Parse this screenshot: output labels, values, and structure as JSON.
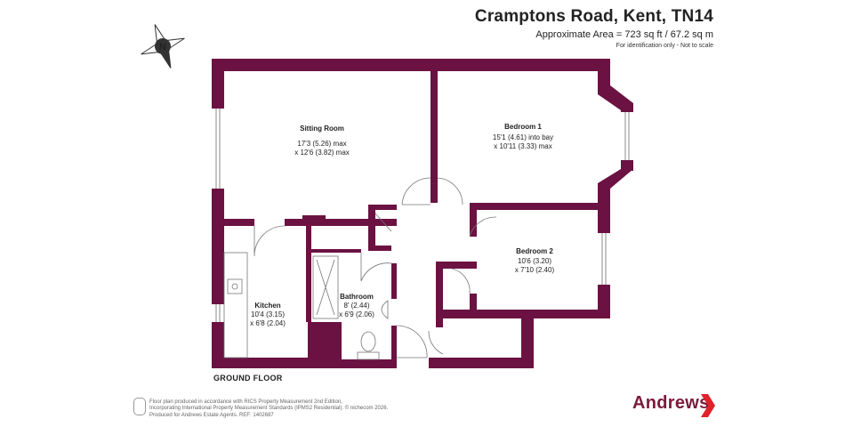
{
  "header": {
    "title": "Cramptons Road, Kent, TN14",
    "area": "Approximate Area = 723 sq ft / 67.2 sq m",
    "note": "For identification only - Not to scale"
  },
  "compass": {
    "letter": "N"
  },
  "rooms": {
    "sitting_room": {
      "name": "Sitting Room",
      "dim1": "17'3 (5.26) max",
      "dim2": "x 12'6 (3.82) max"
    },
    "bedroom1": {
      "name": "Bedroom 1",
      "dim1": "15'1 (4.61) into bay",
      "dim2": "x 10'11 (3.33) max"
    },
    "bedroom2": {
      "name": "Bedroom 2",
      "dim1": "10'6 (3.20)",
      "dim2": "x 7'10 (2.40)"
    },
    "kitchen": {
      "name": "Kitchen",
      "dim1": "10'4 (3.15)",
      "dim2": "x 6'8 (2.04)"
    },
    "bathroom": {
      "name": "Bathroom",
      "dim1": "8' (2.44)",
      "dim2": "x 6'9 (2.06)"
    }
  },
  "floor_label": "GROUND FLOOR",
  "legal": {
    "line1": "Floor plan produced in accordance with RICS Property Measurement 2nd Edition,",
    "line2": "Incorporating International Property Measurement Standards (IPMS2 Residential).  © nichecom 2026.",
    "line3": "Produced for Andrews Estate Agents.   REF: 1402687"
  },
  "brand": {
    "name": "Andrews",
    "color": "#7a1c3c"
  },
  "colors": {
    "wall": "#6b1242"
  }
}
